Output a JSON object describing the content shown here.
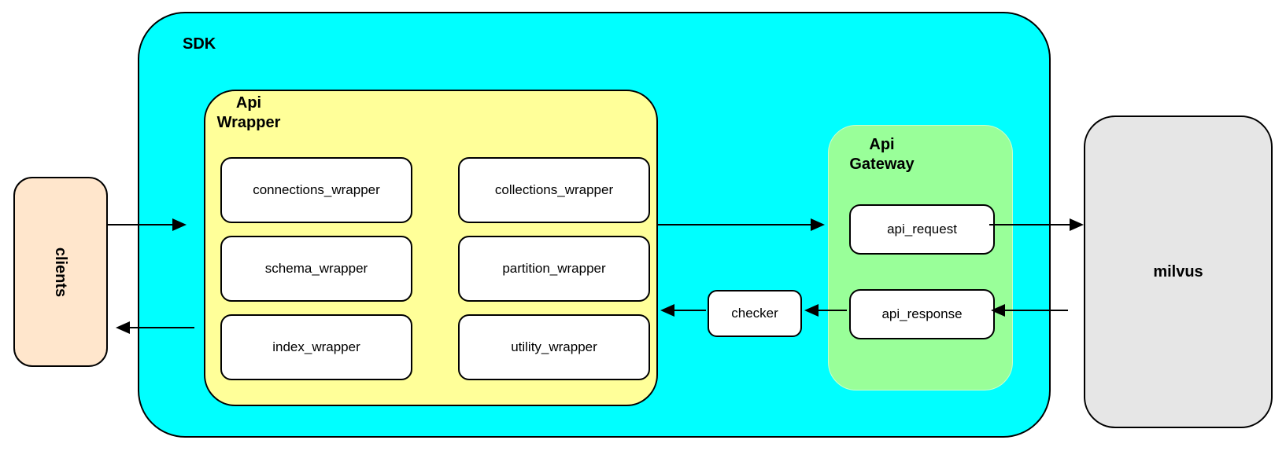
{
  "clients": {
    "label": "clients"
  },
  "sdk": {
    "label": "SDK",
    "api_wrapper": {
      "label_line1": "Api",
      "label_line2": "Wrapper",
      "boxes": [
        "connections_wrapper",
        "collections_wrapper",
        "schema_wrapper",
        "partition_wrapper",
        "index_wrapper",
        "utility_wrapper"
      ]
    },
    "api_gateway": {
      "label_line1": "Api",
      "label_line2": "Gateway",
      "request_label": "api_request",
      "response_label": "api_response"
    },
    "checker": {
      "label": "checker"
    }
  },
  "milvus": {
    "label": "milvus"
  },
  "colors": {
    "sdk_fill": "#00FFFF",
    "api_wrapper_fill": "#FFFF99",
    "api_gateway_fill": "#99FF99",
    "clients_fill": "#FFE6CC",
    "milvus_fill": "#E6E6E6",
    "border": "#000000"
  }
}
